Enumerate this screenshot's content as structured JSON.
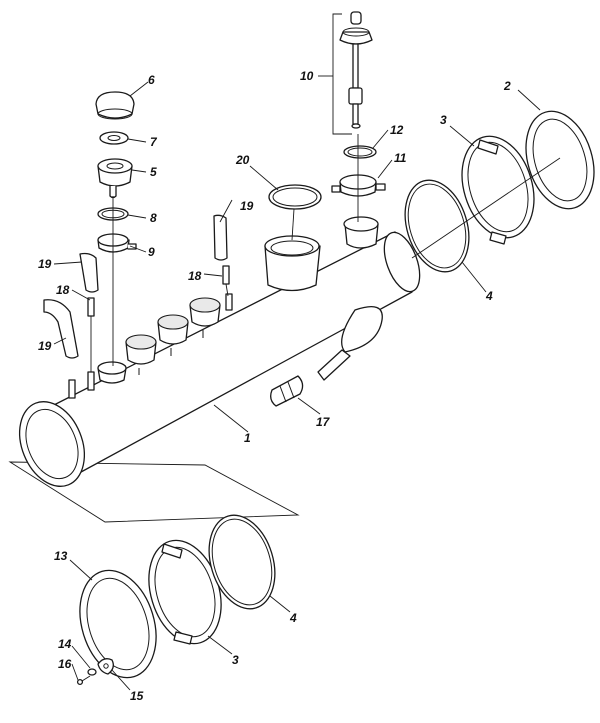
{
  "callouts": {
    "c1": "1",
    "c2": "2",
    "c3_top": "3",
    "c3_bottom": "3",
    "c4_top": "4",
    "c4_bottom": "4",
    "c5": "5",
    "c6": "6",
    "c7": "7",
    "c8": "8",
    "c9": "9",
    "c10": "10",
    "c11": "11",
    "c12": "12",
    "c13": "13",
    "c14": "14",
    "c15": "15",
    "c16": "16",
    "c17": "17",
    "c18_left": "18",
    "c18_right": "18",
    "c19_top_right": "19",
    "c19_mid_left": "19",
    "c19_low_left": "19",
    "c20": "20"
  },
  "colors": {
    "line": "#1a1a1a",
    "background": "#ffffff",
    "shade": "#e9e9e9"
  }
}
